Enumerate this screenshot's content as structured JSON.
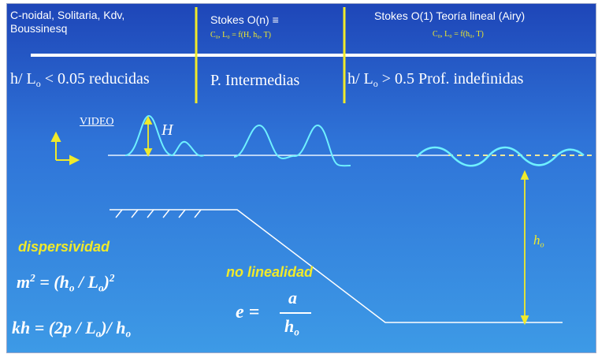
{
  "header": {
    "col1_line1": "C-noidal, Solitaria, Kdv,",
    "col1_line2": "Boussinesq",
    "col2_title": "Stokes O(n) ≡",
    "col2_formula": "C₀, L₀ = f(H, h₀, T)",
    "col3_title": "Stokes O(1) Teoría lineal (Airy)",
    "col3_formula": "C₀, L₀ = f(h₀, T)"
  },
  "regimes": {
    "shallow_cond": "h/ L",
    "shallow_sub": "o",
    "shallow_rest": " < 0.05 reducidas",
    "intermediate": "P. Intermedias",
    "deep_cond": "h/ L",
    "deep_sub": "o",
    "deep_rest": " > 0.5  Prof. indefinidas"
  },
  "labels": {
    "video": "VIDEO",
    "wave_height": "H",
    "depth": "h",
    "depth_sub": "o",
    "dispersivity": "dispersividad",
    "nonlinearity": "no linealidad"
  },
  "formulas": {
    "mu_lhs": "m",
    "mu_sup": "2",
    "mu_rhs_a": " = (h",
    "mu_rhs_sub": "o",
    "mu_rhs_b": " / L",
    "mu_rhs_sub2": "o",
    "mu_rhs_c": ")",
    "mu_rhs_sup": "2",
    "kh_a": "kh = (2p / L",
    "kh_sub": "o",
    "kh_b": ")/ h",
    "kh_sub2": "o",
    "e_lhs": "e =",
    "e_num": "a",
    "e_den": "h",
    "e_den_sub": "o"
  },
  "colors": {
    "accent_yellow": "#f0ea2a",
    "line_white": "#ffffff",
    "bg_top": "#1e46b8",
    "bg_bottom": "#3d9ae6"
  }
}
